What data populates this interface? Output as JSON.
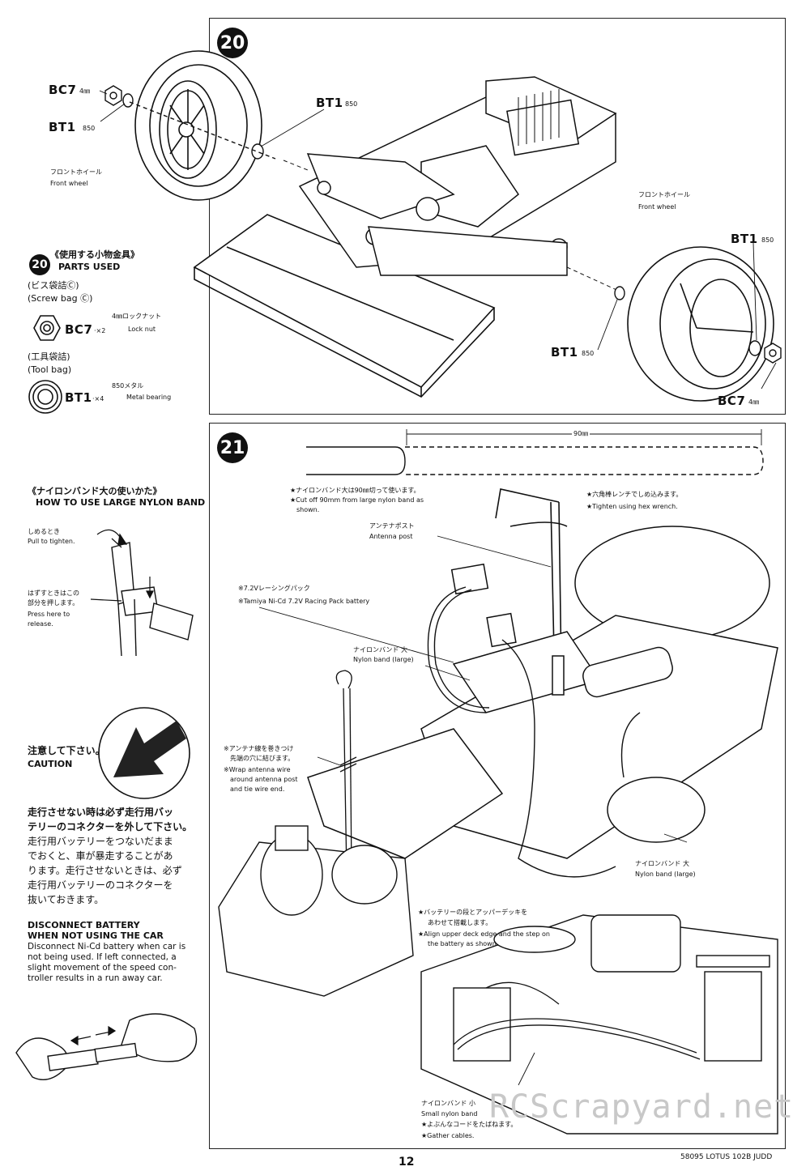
{
  "step20": {
    "number": "20",
    "bc7_left": "BC7",
    "bc7_left_size": "4㎜",
    "bt1_left": "BT1",
    "bt1_left_size": "850",
    "bt1_top": "BT1",
    "bt1_top_size": "850",
    "front_wheel_left_jp": "フロントホイール",
    "front_wheel_left_en": "Front wheel",
    "front_wheel_right_jp": "フロントホイール",
    "front_wheel_right_en": "Front wheel",
    "bt1_right": "BT1",
    "bt1_right_size": "850",
    "bt1_bottom": "BT1",
    "bt1_bottom_size": "850",
    "bc7_right": "BC7",
    "bc7_right_size": "4㎜"
  },
  "parts_used": {
    "number": "20",
    "title_jp": "《使用する小物金具》",
    "title_en": "PARTS USED",
    "screw_bag_jp": "(ビス袋詰Ⓒ)",
    "screw_bag_en": "(Screw bag Ⓒ)",
    "locknut_jp": "4㎜ロックナット",
    "locknut_code": "BC7",
    "locknut_qty": "·×2",
    "locknut_en": "Lock nut",
    "tool_bag_jp": "(工具袋詰)",
    "tool_bag_en": "(Tool bag)",
    "bearing_jp": "850メタル",
    "bearing_code": "BT1",
    "bearing_qty": "·×4",
    "bearing_en": "Metal bearing"
  },
  "nylon_band": {
    "title_jp": "《ナイロンバンド大の使いかた》",
    "title_en": "HOW TO USE LARGE NYLON BAND",
    "pull_jp": "しめるとき",
    "pull_en": "Pull to tighten.",
    "release_jp_1": "はずすときはこの",
    "release_jp_2": "部分を押します。",
    "release_en_1": "Press here to",
    "release_en_2": "release."
  },
  "caution": {
    "label_jp": "注意して下さい。",
    "label_en": "CAUTION",
    "jp_1": "走行させない時は必ず走行用バッ",
    "jp_2": "テリーのコネクターを外して下さい。",
    "jp_3": "走行用バッテリーをつないだまま",
    "jp_4": "でおくと、車が暴走することがあ",
    "jp_5": "ります。走行させないときは、必ず",
    "jp_6": "走行用バッテリーのコネクターを",
    "jp_7": "抜いておきます。",
    "title_en_1": "DISCONNECT BATTERY",
    "title_en_2": "WHEN NOT USING THE CAR",
    "en_1": "Disconnect Ni-Cd battery when car is",
    "en_2": "not being used. If left connected, a",
    "en_3": "slight movement of the speed con-",
    "en_4": "troller results in a run away car."
  },
  "step21": {
    "number": "21",
    "dimension": "90㎜",
    "cut_jp": "★ナイロンバンド大は90㎜切って使います。",
    "cut_en_1": "★Cut off 90mm from large nylon band as",
    "cut_en_2": "shown.",
    "hex_jp": "★六角棒レンチでしめ込みます。",
    "hex_en": "★Tighten using hex wrench.",
    "antenna_post_jp": "アンテナポスト",
    "antenna_post_en": "Antenna post",
    "battery_jp": "※7.2Vレーシングパック",
    "battery_en": "※Tamiya Ni-Cd 7.2V Racing Pack battery",
    "band_large_1_jp": "ナイロンバンド 大",
    "band_large_1_en": "Nylon band (large)",
    "antenna_wire_jp_1": "※アンテナ線を巻きつけ",
    "antenna_wire_jp_2": "先端の穴に結びます。",
    "antenna_wire_en_1": "※Wrap antenna wire",
    "antenna_wire_en_2": "around antenna post",
    "antenna_wire_en_3": "and tie wire end.",
    "band_large_2_jp": "ナイロンバンド 大",
    "band_large_2_en": "Nylon band (large)",
    "align_jp_1": "★バッテリーの段とアッパーデッキを",
    "align_jp_2": "あわせて搭載します。",
    "align_en_1": "★Align upper deck edge and the step on",
    "align_en_2": "the battery as shown.",
    "band_small_jp": "ナイロンバンド 小",
    "band_small_en": "Small nylon band",
    "gather_jp": "★よぶんなコードをたばねます。",
    "gather_en": "★Gather cables."
  },
  "footer": {
    "page_number": "12",
    "model": "58095 LOTUS 102B JUDD",
    "watermark": "RCScrapyard.net"
  }
}
